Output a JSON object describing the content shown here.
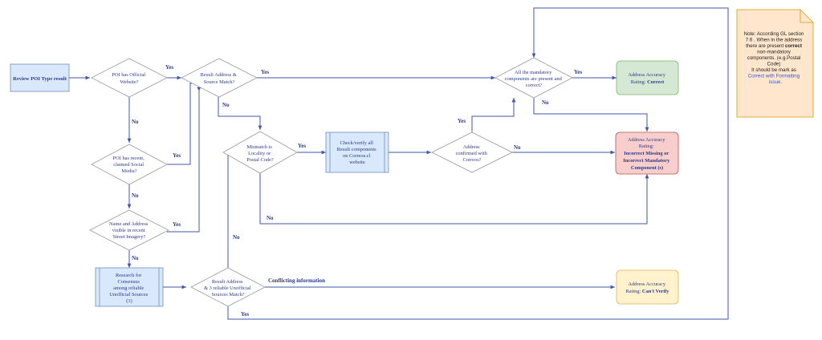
{
  "nodes": {
    "review": "Review POI Type result",
    "official": [
      "POI has Official",
      "Website?"
    ],
    "social": [
      "POI has recent,",
      "claimed Social",
      "Media?"
    ],
    "street": [
      "Name and Address",
      "visible in recent",
      "Street Imagery?"
    ],
    "research": [
      "Research for",
      "Consensus",
      "among reliable",
      "Unofficial Sources",
      "(3)"
    ],
    "match": [
      "Result Address &",
      "Source Match?"
    ],
    "mismatch": [
      "Mismatch is",
      "Locality or",
      "Postal Code?"
    ],
    "check": [
      "Check/verify all",
      "Result components",
      "on Correos.cl",
      "website"
    ],
    "confirmed": [
      "Address",
      "confirmed with",
      "Correos?"
    ],
    "mandatory": [
      "All the  mandatory",
      "components are present and",
      "correct?"
    ],
    "unofficial": [
      "Result Address",
      "& 3 reliable Unofficial",
      "Sources Match?"
    ],
    "correct": {
      "line1": "Address Accuracy",
      "line2_prefix": "Rating: ",
      "line2_bold": "Correct"
    },
    "incorrect": {
      "lines": [
        "Address Accuracy",
        "Rating:"
      ],
      "bold": [
        "Incorrect Missing or",
        "Incorrect Mandatory",
        "Component (s)"
      ]
    },
    "cantverify": {
      "line1": "Address Accuracy",
      "line2_prefix": "Rating: ",
      "line2_bold": "Can't Verify"
    }
  },
  "edges": {
    "yes": "Yes",
    "no": "No",
    "conflicting": "Conflicting information"
  },
  "note": {
    "line1": "Note: According GL section",
    "line2": "7.6 . When in the address",
    "line3_prefix": "there are present ",
    "line3_bold": "correct",
    "line4": "non-mandatory",
    "line5": "components. (e.g.Postal",
    "line6": "Code)",
    "line7": "It should be mark as",
    "line8": "Correct with Formatting",
    "line9": "issue."
  },
  "colors": {
    "line": "#3e57a8",
    "process_fill": "#dae8fc",
    "process_stroke": "#6c8ebf",
    "correct_fill": "#d5e8d4",
    "correct_stroke": "#82b366",
    "incorrect_fill": "#f8cecc",
    "incorrect_stroke": "#b85450",
    "cantverify_fill": "#fff2cc",
    "cantverify_stroke": "#d6b656",
    "note_fill": "#ffe6cc",
    "note_stroke": "#d79b00"
  }
}
